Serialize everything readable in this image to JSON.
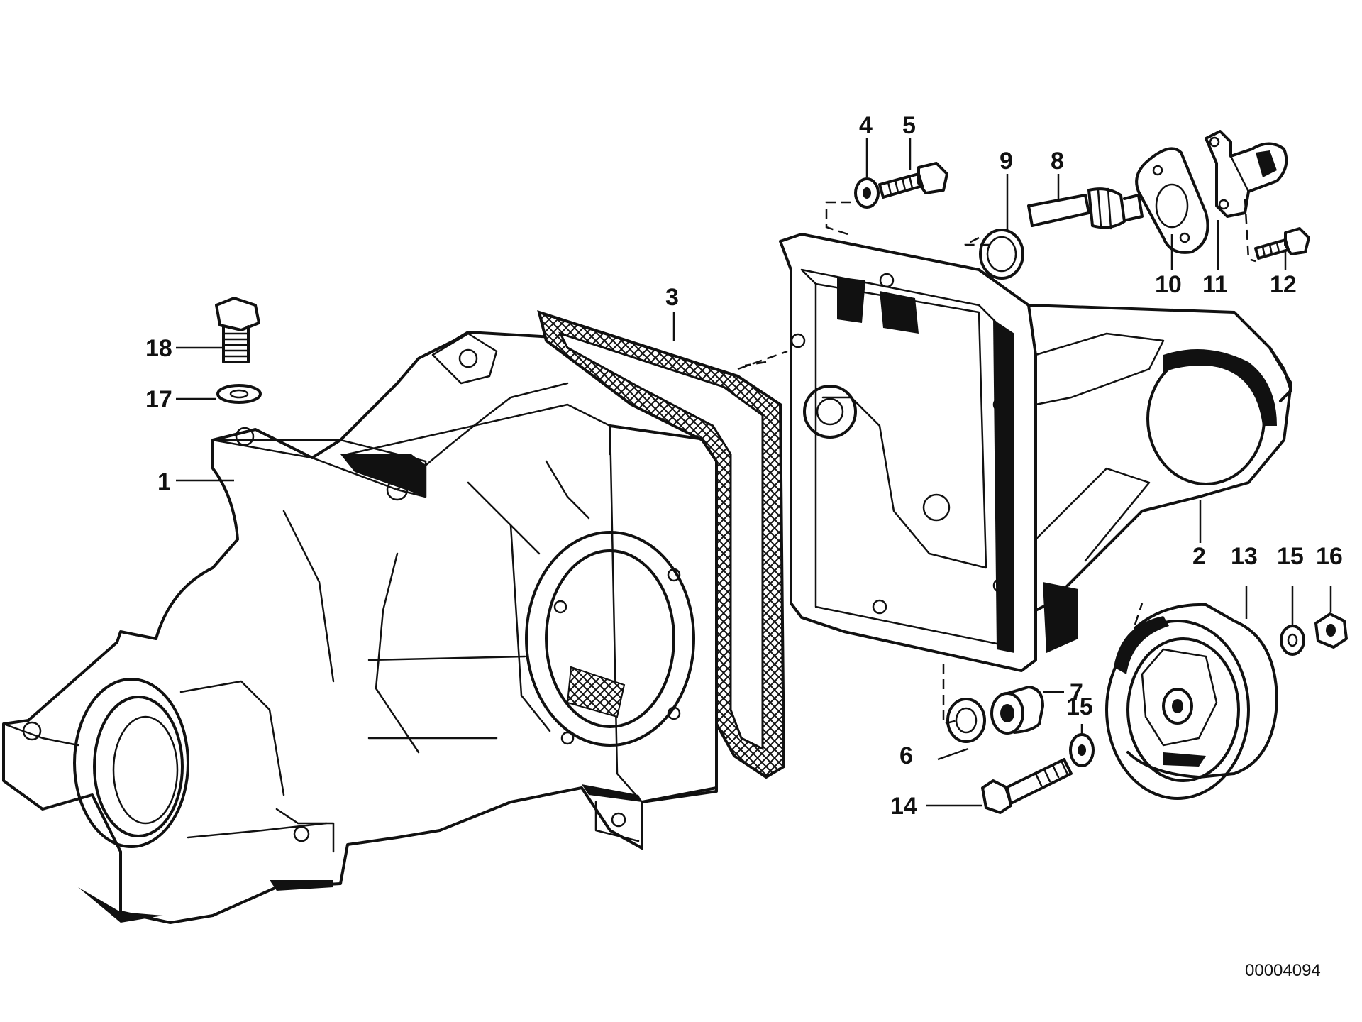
{
  "callouts": [
    {
      "label": "1"
    },
    {
      "label": "2"
    },
    {
      "label": "3"
    },
    {
      "label": "4"
    },
    {
      "label": "5"
    },
    {
      "label": "6"
    },
    {
      "label": "7"
    },
    {
      "label": "8"
    },
    {
      "label": "9"
    },
    {
      "label": "10"
    },
    {
      "label": "11"
    },
    {
      "label": "12"
    },
    {
      "label": "13"
    },
    {
      "label": "14"
    },
    {
      "label": "15"
    },
    {
      "label": "15"
    },
    {
      "label": "16"
    },
    {
      "label": "17"
    },
    {
      "label": "18"
    }
  ],
  "diagram_reference": "00004094"
}
